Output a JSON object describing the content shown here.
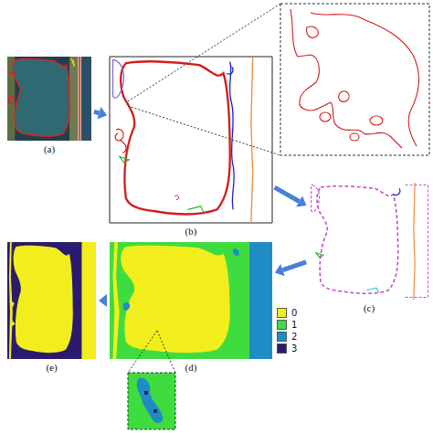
{
  "diagram": {
    "nodes": [
      {
        "text": [
          "(a)"
        ]
      },
      {
        "text": [
          "(b)"
        ]
      },
      {
        "text": [
          "(c)"
        ]
      },
      {
        "text": [
          "(d)"
        ]
      },
      {
        "text": [
          "(e)"
        ]
      }
    ],
    "edges": [
      {
        "from": 0,
        "to": 1,
        "arrow": "to"
      },
      {
        "from": 1,
        "to": 2,
        "arrow": "to"
      },
      {
        "from": 2,
        "to": 3,
        "arrow": "to"
      },
      {
        "from": 3,
        "to": 4,
        "arrow": "to"
      }
    ],
    "legend": [
      {
        "text": "0",
        "color": "#f2ee1e"
      },
      {
        "text": "1",
        "color": "#3fdc3f"
      },
      {
        "text": "2",
        "color": "#1f8cc6"
      },
      {
        "text": "3",
        "color": "#2b1b6e"
      }
    ]
  }
}
